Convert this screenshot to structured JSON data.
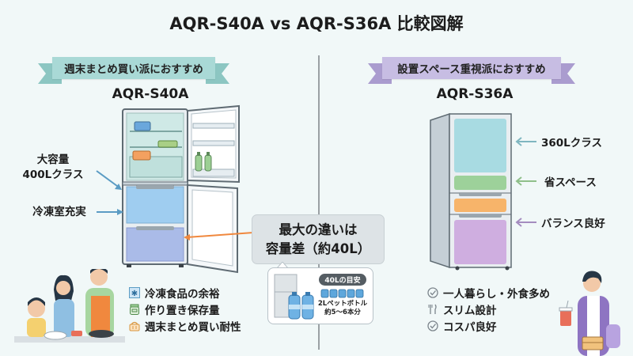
{
  "title": "AQR-S40A vs AQR-S36A 比較図解",
  "left": {
    "ribbon": "週末まとめ買い派におすすめ",
    "model": "AQR-S40A",
    "labels": {
      "capacity_line1": "大容量",
      "capacity_line2": "400Lクラス",
      "freezer": "冷凍室充実"
    },
    "features": [
      {
        "icon": "snowflake-icon",
        "label": "冷凍食品の余裕"
      },
      {
        "icon": "jar-icon",
        "label": "作り置き保存量"
      },
      {
        "icon": "basket-icon",
        "label": "週末まとめ買い耐性"
      }
    ],
    "colors": {
      "ribbon": "#a9d9d6",
      "fridge_compartment": "#cfe9e6",
      "freezer_upper": "#9fcdf0",
      "freezer_lower": "#aabbe8",
      "arrow": "#5b9cc4"
    }
  },
  "center": {
    "callout_line1": "最大の違いは",
    "callout_line2": "容量差（約40L）",
    "sub": {
      "pill": "40Lの目安",
      "note_line1": "2Lペットボトル",
      "note_line2": "約5～6本分"
    },
    "colors": {
      "arrow": "#f0883e"
    }
  },
  "right": {
    "ribbon": "設置スペース重視派におすすめ",
    "model": "AQR-S36A",
    "labels": [
      {
        "text": "360Lクラス",
        "color": "#7fb6c0"
      },
      {
        "text": "省スペース",
        "color": "#8fbf8a"
      },
      {
        "text": "バランス良好",
        "color": "#a48cbf"
      }
    ],
    "features": [
      {
        "icon": "check-circle-icon",
        "label": "一人暮らし・外食多め"
      },
      {
        "icon": "fork-knife-icon",
        "label": "スリム設計"
      },
      {
        "icon": "check-circle-icon",
        "label": "コスパ良好"
      }
    ],
    "colors": {
      "ribbon": "#c7bde3",
      "top": "#a8dbe2",
      "green": "#9dd19a",
      "orange": "#f7b46a",
      "purple": "#cfaee0"
    }
  }
}
